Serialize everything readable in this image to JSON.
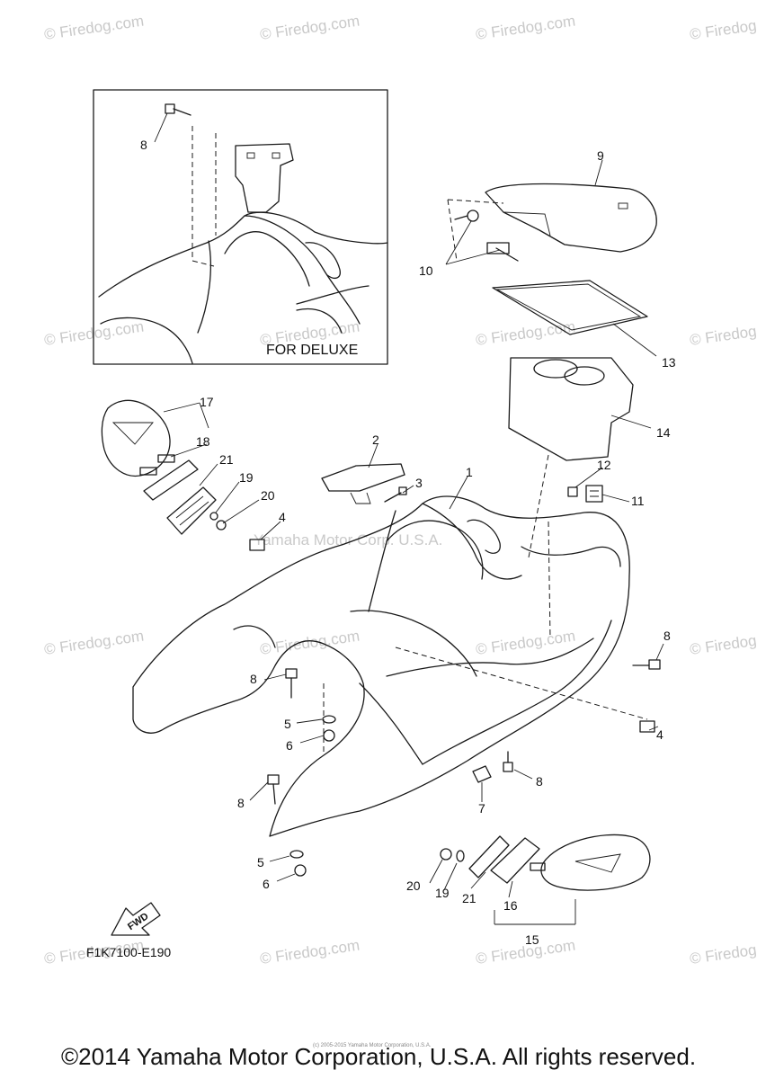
{
  "watermark": "© Firedog.com",
  "watermark_center": "Yamaha Motor Corp. U.S.A.",
  "inset_label": "FOR DELUXE",
  "diagram_code": "F1K7100-E190",
  "fwd_label": "FWD",
  "copyright": "©2014 Yamaha Motor Corporation, U.S.A. All rights reserved.",
  "credit_small": "(c) 2005-2015 Yamaha Motor Corporation, U.S.A.",
  "callouts": [
    "1",
    "2",
    "3",
    "4",
    "4",
    "5",
    "5",
    "6",
    "6",
    "7",
    "8",
    "8",
    "8",
    "8",
    "8",
    "9",
    "10",
    "11",
    "12",
    "13",
    "14",
    "15",
    "16",
    "17",
    "18",
    "19",
    "19",
    "20",
    "20",
    "21",
    "21"
  ]
}
